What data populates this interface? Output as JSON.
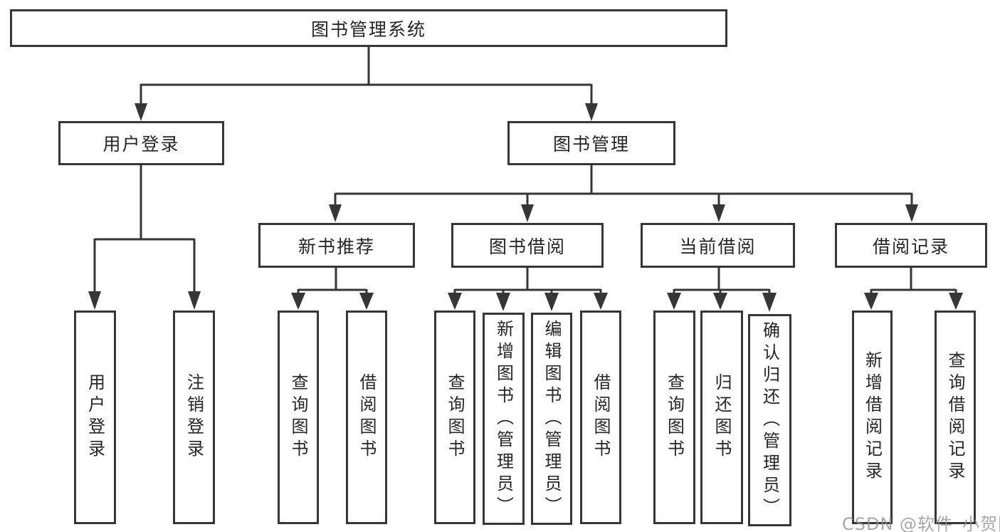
{
  "diagram_title": "图书管理系统",
  "watermark": {
    "text": "CSDN @软件_小贺同学"
  },
  "colors": {
    "line": "#363636",
    "text": "#262626",
    "box_background": "#ffffff",
    "page_background": "#ffffff",
    "watermark": "#8f8f8f"
  },
  "nodes": {
    "root": {
      "label": "图书管理系统"
    },
    "user_login_group": {
      "label": "用户登录"
    },
    "book_mgmt": {
      "label": "图书管理"
    },
    "new_book_rec": {
      "label": "新书推荐"
    },
    "book_borrow": {
      "label": "图书借阅"
    },
    "current_borrow": {
      "label": "当前借阅"
    },
    "borrow_record": {
      "label": "借阅记录"
    },
    "user_login": {
      "label": "用户登录"
    },
    "logout": {
      "label": "注销登录"
    },
    "query_book_1": {
      "label": "查询图书"
    },
    "borrow_book_1": {
      "label": "借阅图书"
    },
    "query_book_2": {
      "label": "查询图书"
    },
    "add_book": {
      "label": "新增图书（管理员）"
    },
    "edit_book": {
      "label": "编辑图书（管理员）"
    },
    "borrow_book_2": {
      "label": "借阅图书"
    },
    "query_book_3": {
      "label": "查询图书"
    },
    "return_book": {
      "label": "归还图书"
    },
    "confirm_return": {
      "label": "确认归还（管理员）"
    },
    "add_borrow_record": {
      "label": "新增借阅记录"
    },
    "query_borrow_record": {
      "label": "查询借阅记录"
    }
  },
  "edges": [
    {
      "from": "root",
      "to": [
        "user_login_group",
        "book_mgmt"
      ]
    },
    {
      "from": "user_login_group",
      "to": [
        "user_login",
        "logout"
      ]
    },
    {
      "from": "book_mgmt",
      "to": [
        "new_book_rec",
        "book_borrow",
        "current_borrow",
        "borrow_record"
      ]
    },
    {
      "from": "new_book_rec",
      "to": [
        "query_book_1",
        "borrow_book_1"
      ]
    },
    {
      "from": "book_borrow",
      "to": [
        "query_book_2",
        "add_book",
        "edit_book",
        "borrow_book_2"
      ]
    },
    {
      "from": "current_borrow",
      "to": [
        "query_book_3",
        "return_book",
        "confirm_return"
      ]
    },
    {
      "from": "borrow_record",
      "to": [
        "add_borrow_record",
        "query_borrow_record"
      ]
    }
  ]
}
